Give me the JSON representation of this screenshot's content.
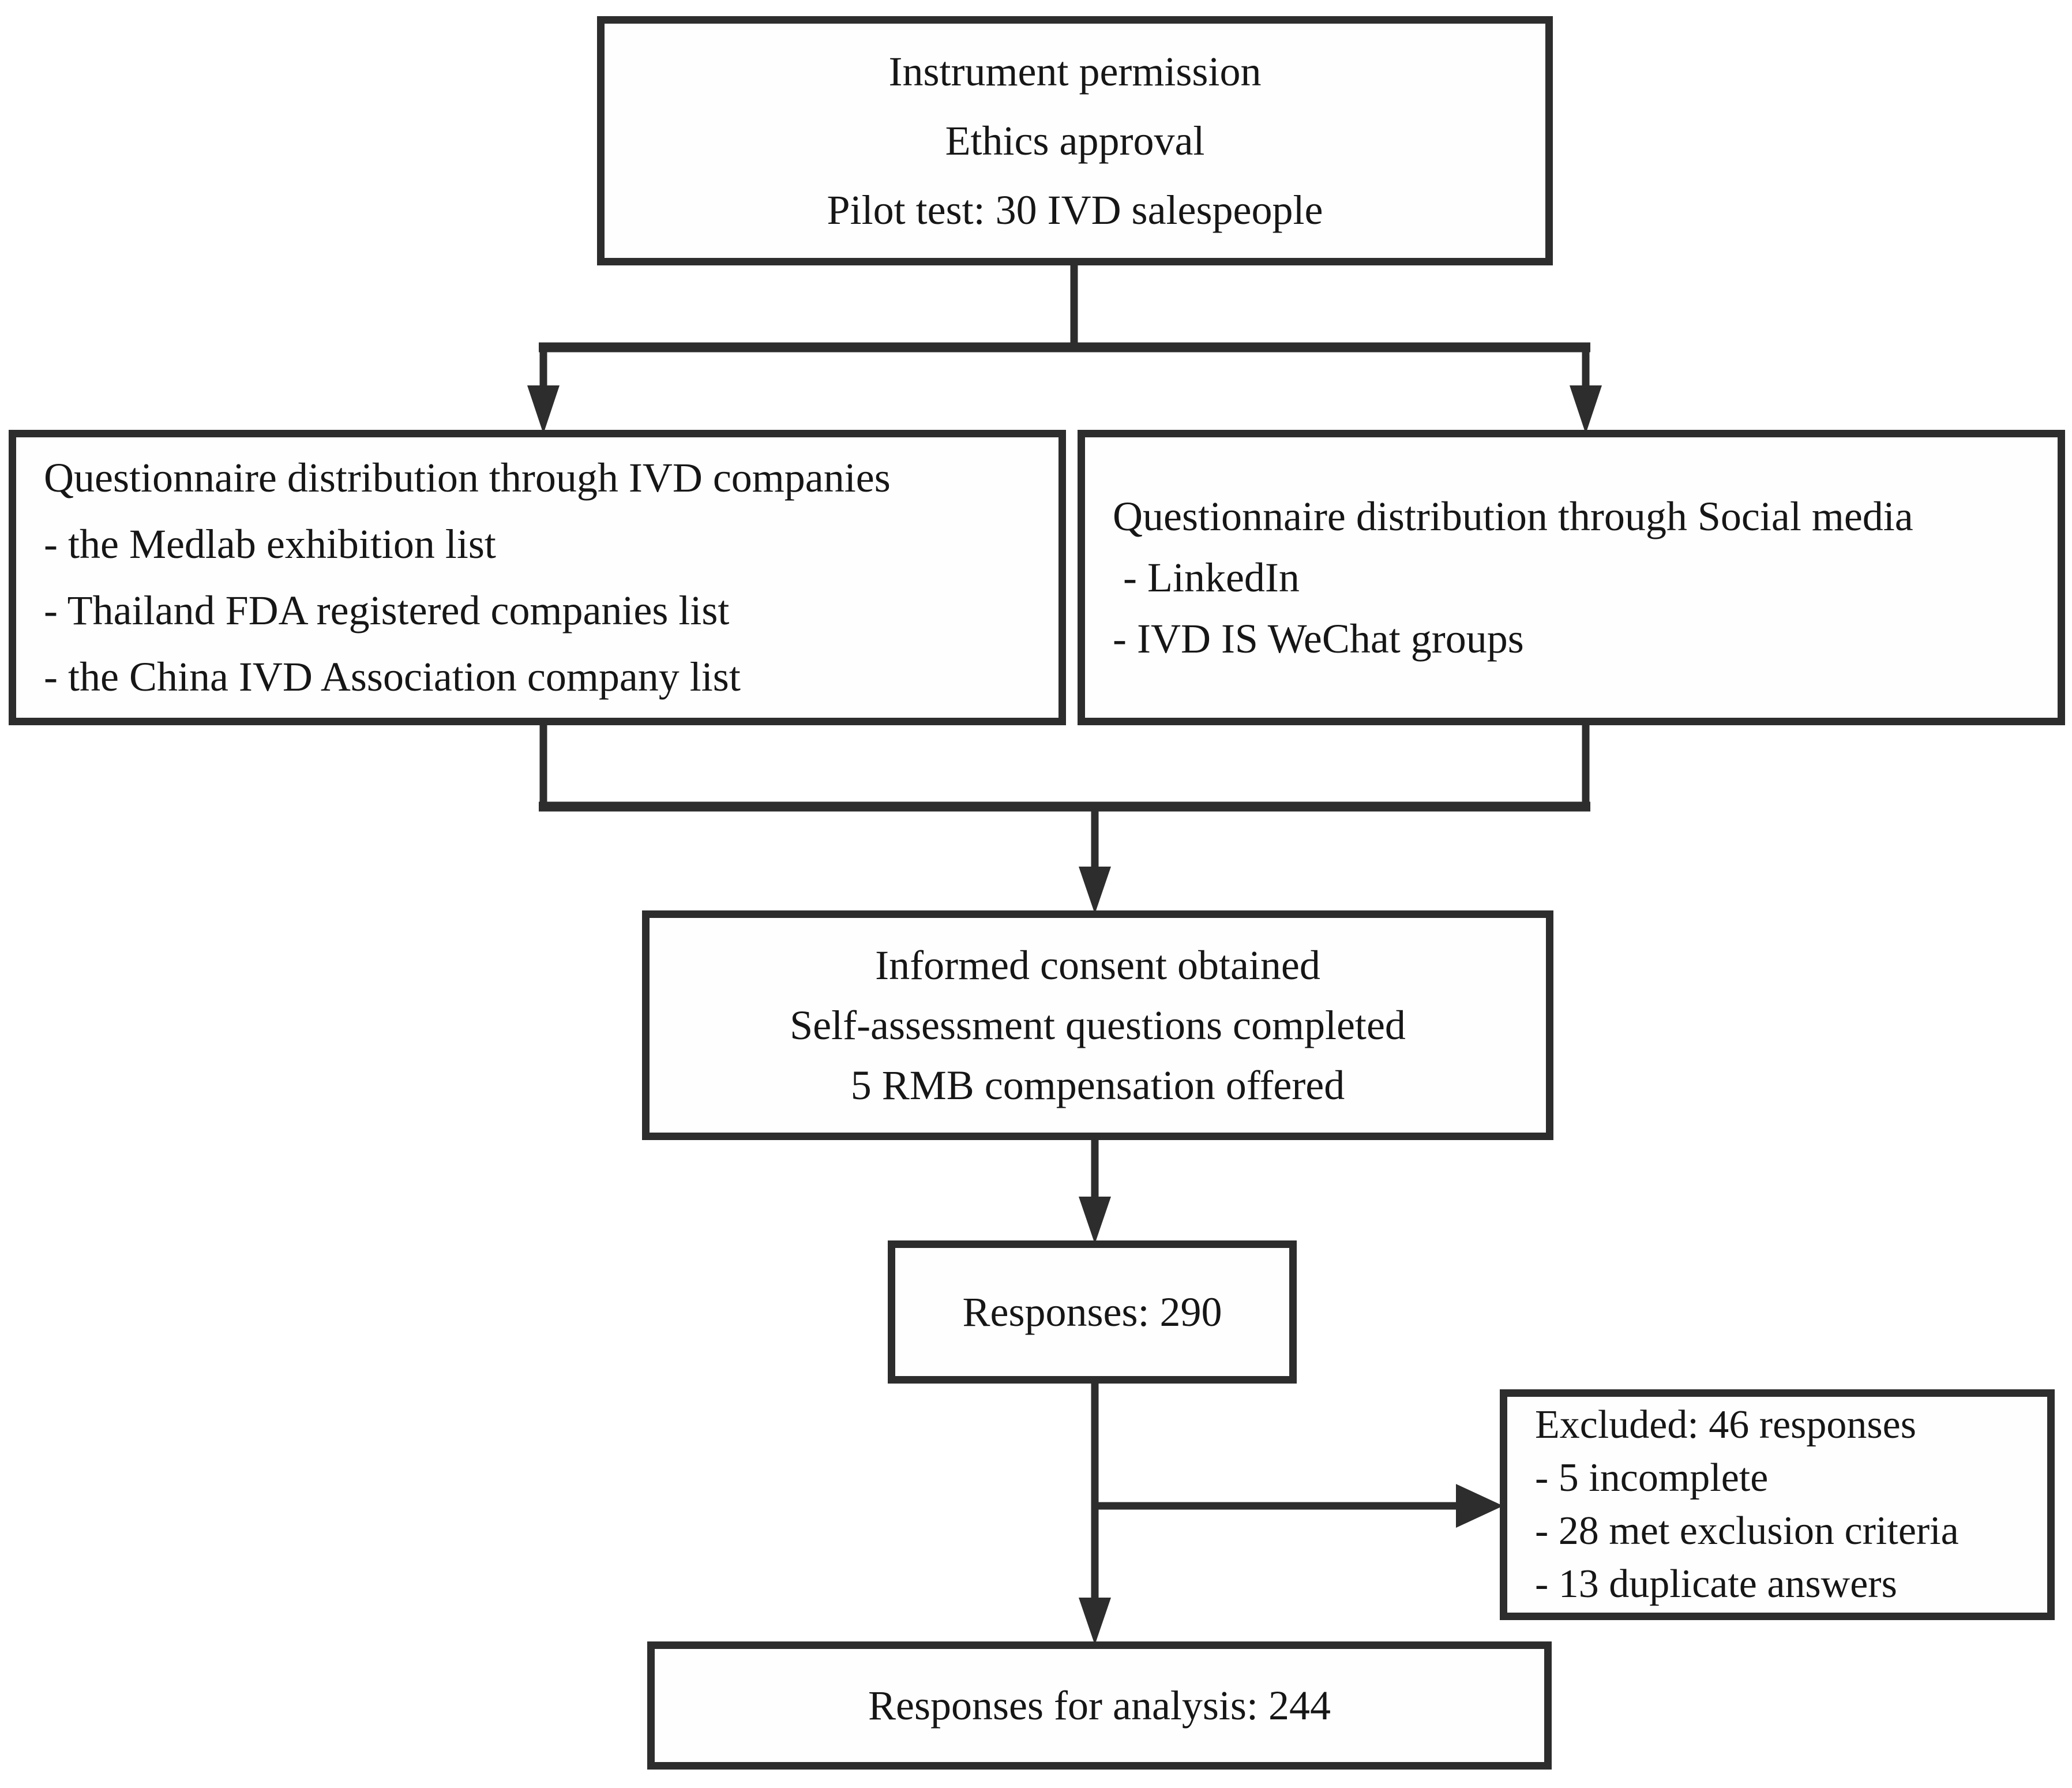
{
  "figure": {
    "type": "flowchart",
    "background_color": "#ffffff",
    "line_color": "#2d2d2d",
    "text_color": "#161616",
    "boxes": {
      "preparation": {
        "lines": [
          "Instrument permission",
          "Ethics approval",
          "Pilot test: 30 IVD salespeople"
        ]
      },
      "ivd_companies": {
        "lines": [
          "Questionnaire distribution through IVD companies",
          "- the Medlab exhibition list",
          "- Thailand FDA registered companies list",
          "- the China IVD Association company list"
        ]
      },
      "social_media": {
        "lines": [
          "Questionnaire distribution through Social media",
          " - LinkedIn",
          "- IVD IS WeChat groups"
        ]
      },
      "consent": {
        "lines": [
          "Informed consent obtained",
          "Self-assessment questions completed",
          "5 RMB compensation offered"
        ]
      },
      "responses": {
        "lines": [
          "Responses: 290"
        ]
      },
      "excluded": {
        "lines": [
          "Excluded: 46 responses",
          "- 5 incomplete",
          "- 28 met exclusion criteria",
          "- 13 duplicate answers"
        ]
      },
      "analysis": {
        "lines": [
          "Responses for analysis: 244"
        ]
      }
    }
  }
}
